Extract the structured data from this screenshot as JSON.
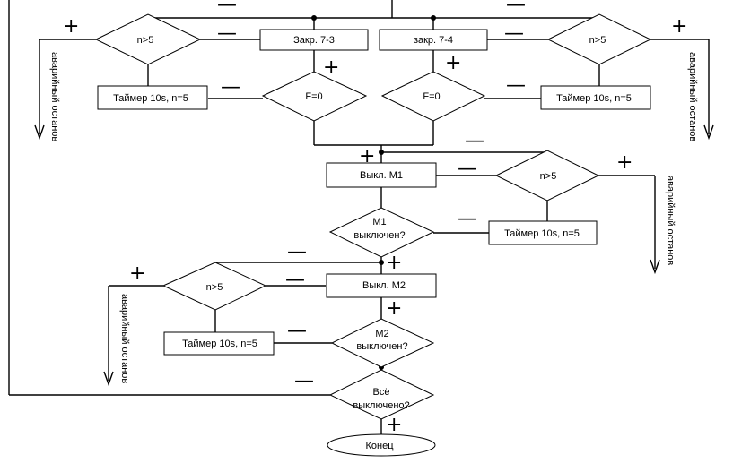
{
  "blocks": {
    "close_7_3": "Закр. 7-3",
    "close_7_4": "закр. 7-4",
    "cond_n_left": "n>5",
    "cond_n_right": "n>5",
    "timer_left": "Таймер 10s, n=5",
    "timer_right": "Таймер 10s, n=5",
    "cond_f_left": "F=0",
    "cond_f_right": "F=0",
    "off_m1": "Выкл. М1",
    "cond_n_m1": "n>5",
    "m1_check_line1": "М1",
    "m1_check_line2": "выключен?",
    "timer_m1": "Таймер 10s, n=5",
    "off_m2": "Выкл. М2",
    "cond_n_m2": "n>5",
    "m2_check_line1": "М2",
    "m2_check_line2": "выключен?",
    "timer_m2": "Таймер 10s, n=5",
    "all_off_line1": "Всё",
    "all_off_line2": "выключено?",
    "end": "Конец"
  },
  "labels": {
    "emergency_stop": "аварийный останов",
    "plus": "+",
    "minus": "—"
  }
}
